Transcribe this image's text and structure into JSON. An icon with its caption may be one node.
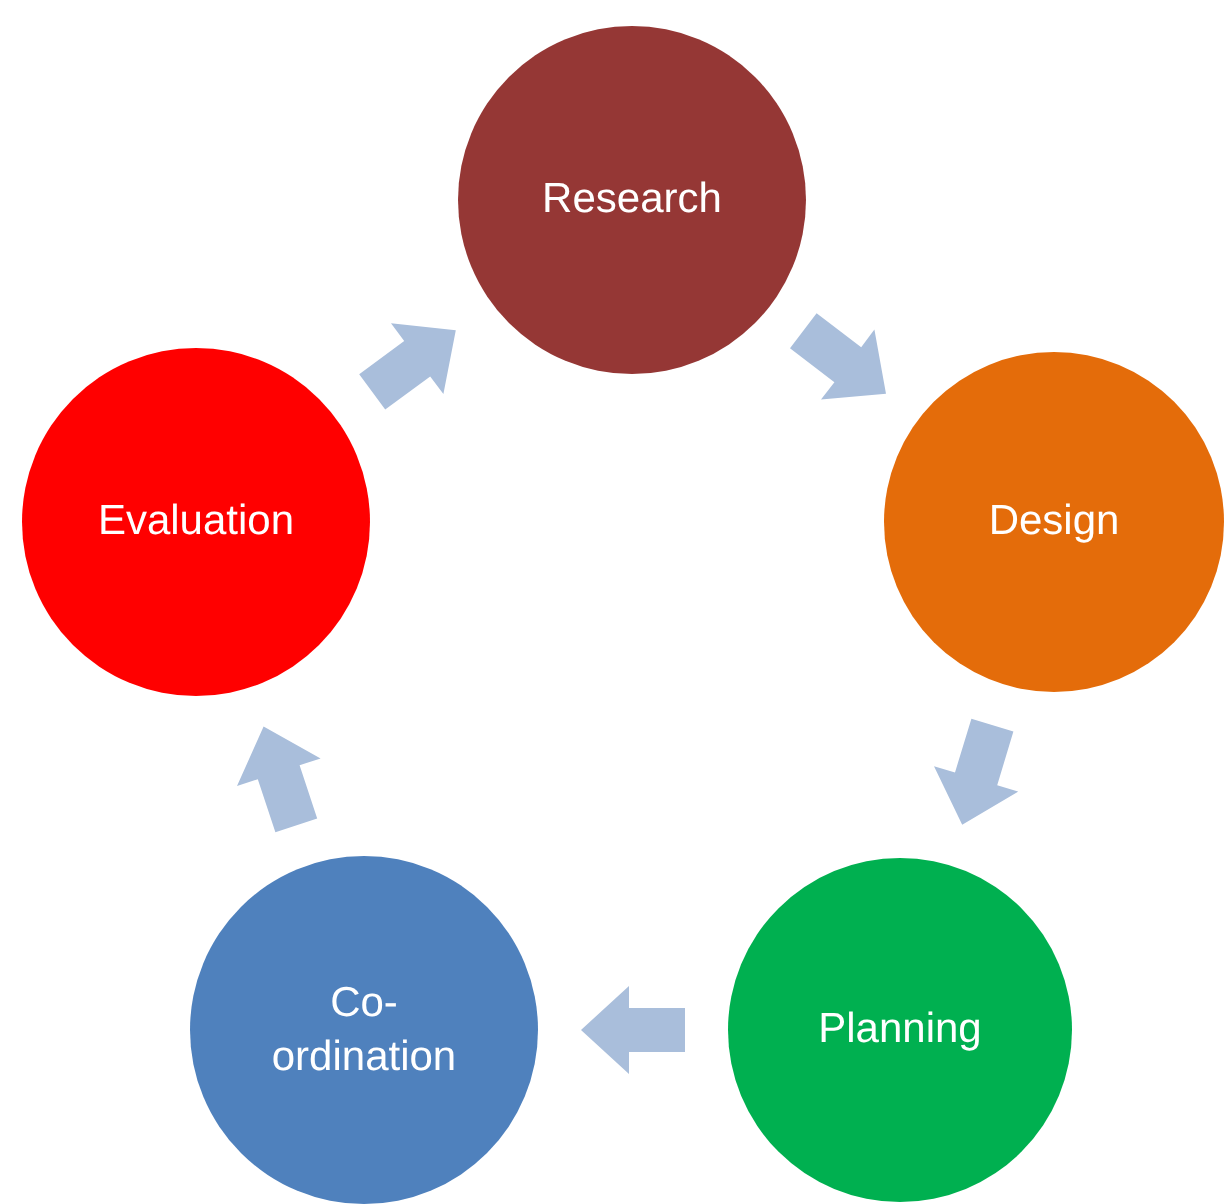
{
  "diagram": {
    "nodes": [
      {
        "text": [
          "Research"
        ]
      },
      {
        "text": [
          "Design"
        ]
      },
      {
        "text": [
          "Planning"
        ]
      },
      {
        "text": [
          "Co-ordination"
        ]
      },
      {
        "text": [
          "Evaluation"
        ]
      }
    ],
    "edges": [
      {
        "from": 0,
        "to": 1,
        "arrow": "to"
      },
      {
        "from": 1,
        "to": 2,
        "arrow": "to"
      },
      {
        "from": 2,
        "to": 3,
        "arrow": "to"
      },
      {
        "from": 3,
        "to": 4,
        "arrow": "to"
      },
      {
        "from": 4,
        "to": 0,
        "arrow": "to"
      }
    ]
  }
}
